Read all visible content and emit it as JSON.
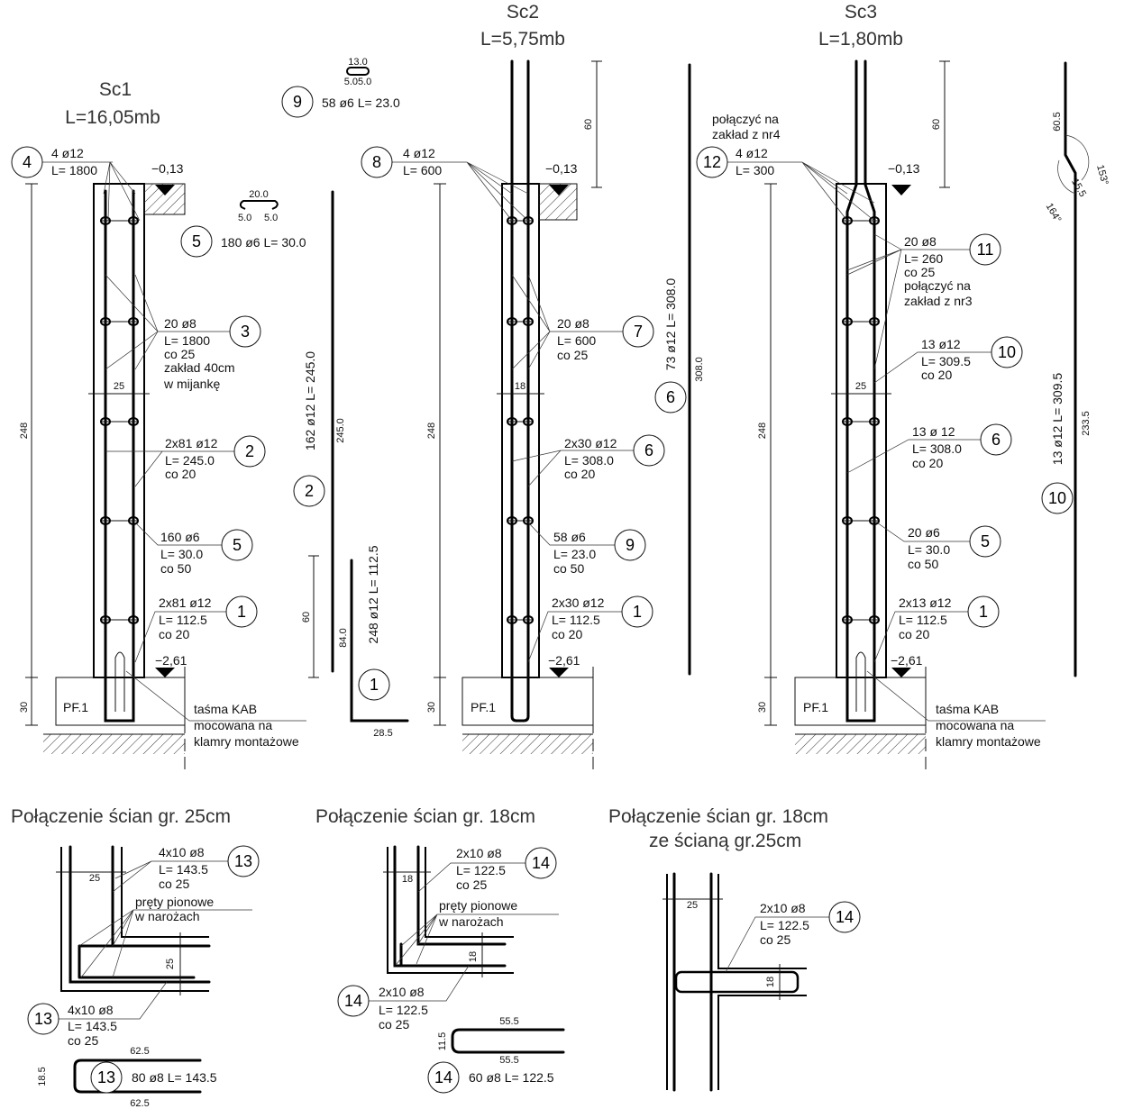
{
  "sc1": {
    "title": "Sc1",
    "length": "L=16,05mb",
    "level_top": "−0,13",
    "level_bottom": "−2,61",
    "footing": "PF.1",
    "dim_height": "248",
    "dim_footing": "30",
    "dim_width": "25",
    "tape_note": [
      "taśma KAB",
      "mocowana na",
      "klamry montażowe"
    ],
    "callouts": [
      {
        "mark": "4",
        "lines": [
          "4 ø12",
          "L= 1800"
        ]
      },
      {
        "mark": "3",
        "lines": [
          "20 ø8",
          "L= 1800",
          "co 25",
          "zakład 40cm",
          "w mijankę"
        ]
      },
      {
        "mark": "2",
        "lines": [
          "2x81 ø12",
          "L= 245.0",
          "co 20"
        ]
      },
      {
        "mark": "5",
        "lines": [
          "160 ø6",
          "L= 30.0",
          "co 50"
        ]
      },
      {
        "mark": "1",
        "lines": [
          "2x81  ø12",
          "L= 112.5",
          "co 20"
        ]
      }
    ]
  },
  "sc2": {
    "title": "Sc2",
    "length": "L=5,75mb",
    "level_top": "−0,13",
    "level_bottom": "−2,61",
    "footing": "PF.1",
    "dim_height": "248",
    "dim_footing": "30",
    "dim_width": "18",
    "dim_top": "60",
    "callouts": [
      {
        "mark": "8",
        "lines": [
          "4 ø12",
          "L= 600"
        ]
      },
      {
        "mark": "7",
        "lines": [
          "20 ø8",
          "L= 600",
          "co 25"
        ]
      },
      {
        "mark": "6",
        "lines": [
          "2x30 ø12",
          "L= 308.0",
          "co 20"
        ]
      },
      {
        "mark": "9",
        "lines": [
          "58 ø6",
          "L= 23.0",
          "co 50"
        ]
      },
      {
        "mark": "1",
        "lines": [
          "2x30  ø12",
          "L= 112.5",
          "co 20"
        ]
      }
    ]
  },
  "sc3": {
    "title": "Sc3",
    "length": "L=1,80mb",
    "level_top": "−0,13",
    "level_bottom": "−2,61",
    "footing": "PF.1",
    "dim_height": "248",
    "dim_footing": "30",
    "dim_width": "25",
    "dim_top": "60",
    "tape_note": [
      "taśma KAB",
      "mocowana na",
      "klamry montażowe"
    ],
    "callouts": [
      {
        "mark": "12",
        "lines": [
          "połączyć na",
          "zakład z nr4",
          "4 ø12",
          "L= 300"
        ]
      },
      {
        "mark": "11",
        "lines": [
          "20 ø8",
          "L= 260",
          "co 25",
          "połączyć na",
          "zakład z nr3"
        ]
      },
      {
        "mark": "10",
        "lines": [
          "13 ø12",
          "L= 309.5",
          "co 20"
        ]
      },
      {
        "mark": "6",
        "lines": [
          "13 ø 12",
          "L= 308.0",
          "co 20"
        ]
      },
      {
        "mark": "5",
        "lines": [
          "20 ø6",
          "L= 30.0",
          "co 50"
        ]
      },
      {
        "mark": "1",
        "lines": [
          "2x13  ø12",
          "L= 112.5",
          "co 20"
        ]
      }
    ]
  },
  "bars": {
    "b9": {
      "mark": "9",
      "spec": "58 ø6 L= 23.0",
      "dim_top": "13.0",
      "dim_bottom": "5.05.0"
    },
    "b5": {
      "mark": "5",
      "spec": "180 ø6 L= 30.0",
      "dim_top": "20.0",
      "dim_left": "5.0",
      "dim_right": "5.0"
    },
    "b2": {
      "mark": "2",
      "spec": "162 ø12 L= 245.0",
      "dim": "245.0"
    },
    "b1": {
      "mark": "1",
      "spec": "248 ø12 L= 112.5",
      "dim_vert": "84.0",
      "dim_horiz": "28.5",
      "dim_lap": "60"
    },
    "b6": {
      "mark": "6",
      "spec": "73 ø12 L= 308.0",
      "dim": "308.0"
    },
    "b10": {
      "mark": "10",
      "spec": "13 ø12 L= 309.5",
      "dim_top": "60.5",
      "dim_bottom": "233.5",
      "angle1": "153°",
      "angle2": "164°",
      "dim_crank": "15.5"
    },
    "b13": {
      "mark": "13",
      "spec": "80 ø8 L= 143.5",
      "dim_top": "62.5",
      "dim_bottom": "62.5",
      "dim_side": "18.5"
    },
    "b14": {
      "mark": "14",
      "spec": "60 ø8 L= 122.5",
      "dim_top": "55.5",
      "dim_bottom": "55.5",
      "dim_side": "11.5"
    }
  },
  "details": [
    {
      "title": [
        "Połączenie ścian gr. 25cm"
      ],
      "dim_a": "25",
      "dim_b": "25",
      "callouts": [
        {
          "mark": "13",
          "lines": [
            "4x10 ø8",
            "L= 143.5",
            "co 25"
          ]
        },
        {
          "mark": "13",
          "lines": [
            "4x10 ø8",
            "L= 143.5",
            "co 25"
          ]
        }
      ],
      "note": [
        "pręty pionowe",
        "w narożach"
      ]
    },
    {
      "title": [
        "Połączenie ścian gr. 18cm"
      ],
      "dim_a": "18",
      "dim_b": "18",
      "callouts": [
        {
          "mark": "14",
          "lines": [
            "2x10 ø8",
            "L= 122.5",
            "co 25"
          ]
        },
        {
          "mark": "14",
          "lines": [
            "2x10 ø8",
            "L= 122.5",
            "co 25"
          ]
        }
      ],
      "note": [
        "pręty pionowe",
        "w narożach"
      ]
    },
    {
      "title": [
        "Połączenie ścian gr. 18cm",
        "ze ścianą gr.25cm"
      ],
      "dim_a": "25",
      "dim_b": "18",
      "callouts": [
        {
          "mark": "14",
          "lines": [
            "2x10 ø8",
            "L= 122.5",
            "co 25"
          ]
        }
      ]
    }
  ]
}
